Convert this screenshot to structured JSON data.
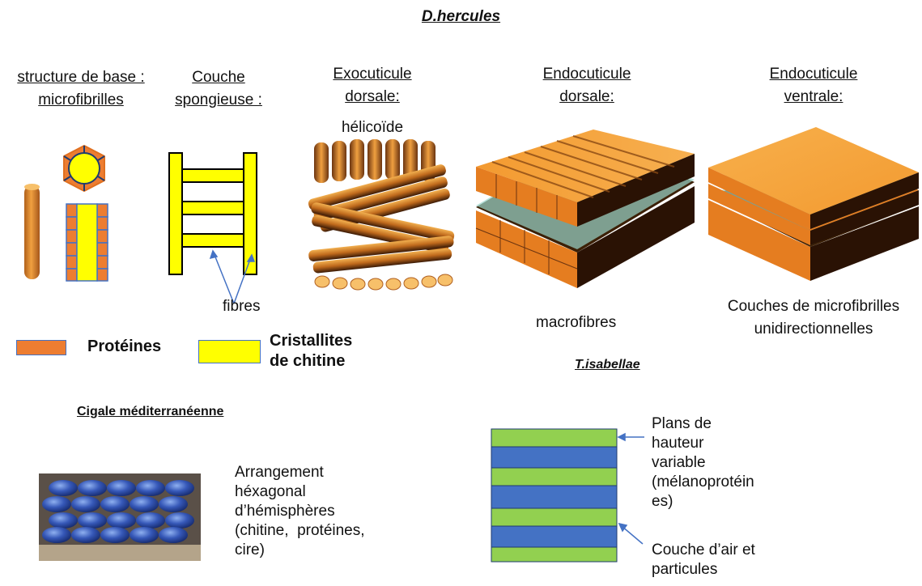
{
  "title": "D.hercules",
  "columns": {
    "base": {
      "line1": "structure de base :",
      "line2": "microfibrilles"
    },
    "spongy": {
      "line1": "Couche",
      "line2": "spongieuse :"
    },
    "exo": {
      "line1": "Exocuticule",
      "line2": "dorsale:",
      "sub": "hélicoïde"
    },
    "endo_dorsal": {
      "line1": "Endocuticule",
      "line2": "dorsale:",
      "caption": "macrofibres"
    },
    "endo_ventral": {
      "line1": "Endocuticule",
      "line2": "ventrale:",
      "caption1": "Couches de microfibrilles",
      "caption2": "unidirectionnelles"
    }
  },
  "fibres_label": "fibres",
  "legend": {
    "proteins": "Protéines",
    "chitin1": "Cristallites",
    "chitin2": "de chitine",
    "protein_color": "#ed7d31",
    "chitin_color": "#ffff00"
  },
  "t_isabellae": {
    "title": "T.isabellae",
    "label_top": [
      "Plans de",
      "hauteur",
      "variable",
      "(mélanoprotéin",
      "es)"
    ],
    "label_bottom": [
      "Couche d’air et",
      "particules"
    ],
    "green": "#92d050",
    "blue": "#4472c4"
  },
  "cigale": {
    "title": "Cigale méditerranéenne",
    "desc": [
      "Arrangement",
      "héxagonal",
      "d’hémisphères",
      "(chitine,  protéines,",
      "cire)"
    ]
  }
}
